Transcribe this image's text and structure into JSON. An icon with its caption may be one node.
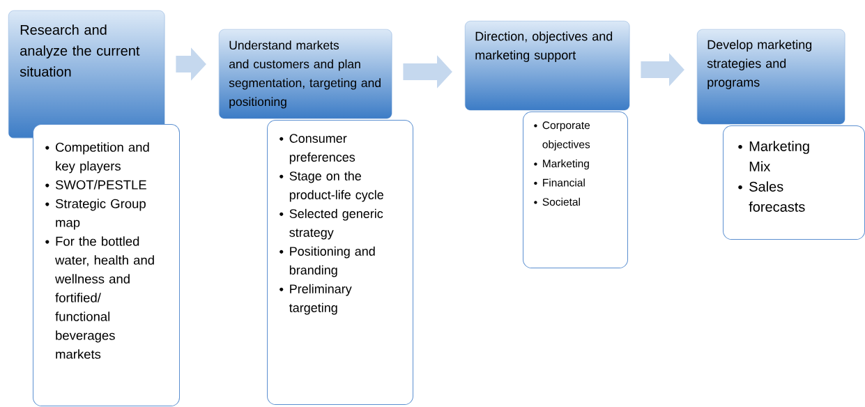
{
  "diagram": {
    "nodes": [
      {
        "text": [
          "Research and analyze the current situation"
        ]
      },
      {
        "text": [
          "Competition and key players",
          "SWOT/PESTLE",
          "Strategic Group map",
          "For the bottled water, health and wellness and fortified/ functional beverages markets"
        ]
      },
      {
        "text": [
          "Understand markets and customers and plan segmentation, targeting and positioning"
        ]
      },
      {
        "text": [
          "Consumer preferences",
          "Stage on the product-life cycle",
          "Selected generic strategy",
          "Positioning and branding",
          "Preliminary targeting"
        ]
      },
      {
        "text": [
          "Direction, objectives and marketing support"
        ]
      },
      {
        "text": [
          "Corporate objectives",
          "Marketing",
          "Financial",
          "Societal"
        ]
      },
      {
        "text": [
          "Develop marketing strategies and programs"
        ]
      },
      {
        "text": [
          "Marketing Mix",
          "Sales forecasts"
        ]
      }
    ],
    "edges": [
      {
        "from": 0,
        "to": 2,
        "arrow": "to"
      },
      {
        "from": 2,
        "to": 4,
        "arrow": "to"
      },
      {
        "from": 4,
        "to": 6,
        "arrow": "to"
      }
    ]
  }
}
